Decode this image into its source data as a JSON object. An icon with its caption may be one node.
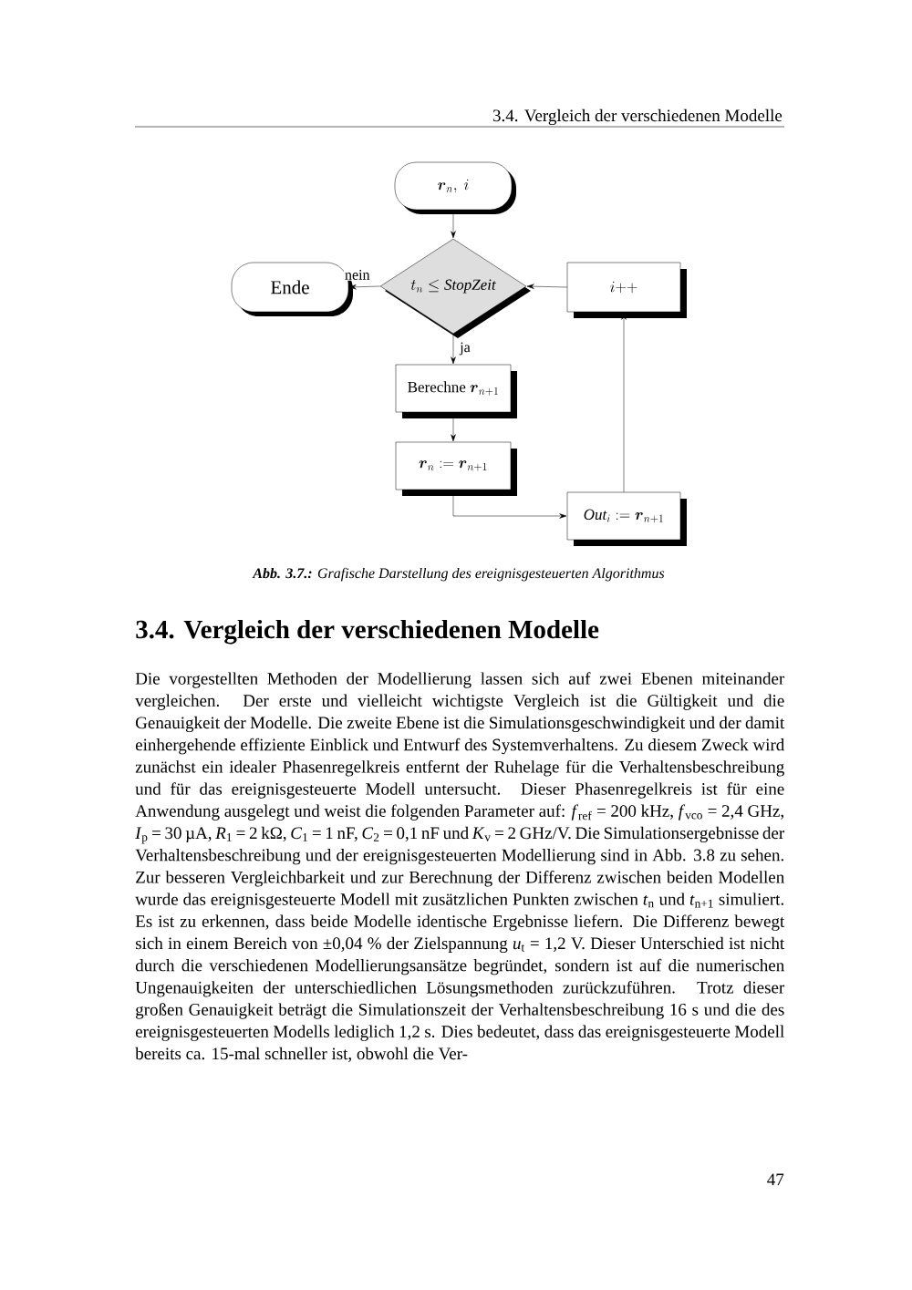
{
  "diagram": {
    "caption": "**Abb. 3.7.:** Grafische Darstellung des ereignisgesteuerten Algorithmus",
    "nodes": [
      {
        "text": [
          "\\boldsymbol{r}_n,\\ i"
        ]
      },
      {
        "text": [
          "Ende"
        ]
      },
      {
        "text": [
          "t_n \\leq \\mathit{StopZeit}"
        ]
      },
      {
        "text": [
          "i{+}{+}"
        ]
      },
      {
        "text": [
          "\\text{Berechne }\\boldsymbol{r}_{n+1}"
        ]
      },
      {
        "text": [
          "\\boldsymbol{r}_n := \\boldsymbol{r}_{n+1}"
        ]
      },
      {
        "text": [
          "\\mathit{Out}_i := \\boldsymbol{r}_{n+1}"
        ]
      }
    ],
    "edges": [
      {
        "from": 0,
        "to": 2,
        "arrow": "to"
      },
      {
        "from": 2,
        "to": 1,
        "arrow": "to",
        "label": "nein"
      },
      {
        "from": 2,
        "to": 4,
        "arrow": "to",
        "label": "ja"
      },
      {
        "from": 4,
        "to": 5,
        "arrow": "to"
      },
      {
        "from": 5,
        "to": 6,
        "arrow": "to"
      },
      {
        "from": 6,
        "to": 3,
        "arrow": "to"
      },
      {
        "from": 3,
        "to": 2,
        "arrow": "to"
      }
    ],
    "labels": [
      "3.4. Vergleich der verschiedenen Modelle",
      "3.4. Vergleich der verschiedenen Modelle",
      "Die vorgestellten Methoden der Modellierung lassen sich auf zwei Ebenen miteinander vergleichen. Der erste und vielleicht wichtigste Vergleich ist die Gültigkeit und die Genauigkeit der Modelle. Die zweite Ebene ist die Simulationsgeschwindigkeit und der damit einhergehende effiziente Einblick und Entwurf des Systemverhaltens. Zu diesem Zweck wird zunächst ein idealer Phasenregelkreis entfernt der Ruhelage für die Verhaltensbeschreibung und für das ereignisgesteuerte Modell untersucht. Dieser Phasenregelkreis ist für eine Anwendung ausgelegt und weist die folgenden Parameter auf: *f*$_{ref}$ = 200 kHz, *f*$_{vco}$ = 2,4 GHz, *I*$_{p}$ = 30 µA, *R*$_{1}$ = 2 kΩ, *C*$_{1}$ = 1 nF, *C*$_{2}$ = 0,1 nF und *K*$_{v}$ = 2 GHz/V. Die Simulationsergebnisse der Verhaltensbeschreibung und der ereignisgesteuerten Modellierung sind in Abb. 3.8 zu sehen. Zur besseren Vergleichbarkeit und zur Berechnung der Differenz zwischen beiden Modellen wurde das ereignisgesteuerte Modell mit zusätzlichen Punkten zwischen *t*$_{n}$ und *t*$_{n+1}$ simuliert. Es ist zu erkennen, dass beide Modelle identische Ergebnisse liefern. Die Differenz bewegt sich in einem Bereich von ±0,04 % der Zielspannung *u*$_{t}$ = 1,2 V. Dieser Unterschied ist nicht durch die verschiedenen Modellierungsansätze begründet, sondern ist auf die numerischen Ungenauigkeiten der unterschiedlichen Lösungsmethoden zurückzuführen. Trotz dieser großen Genauigkeit beträgt die Simulationszeit der Verhaltensbeschreibung 16 s und die des ereignisgesteuerten Modells lediglich 1,2 s. Dies bedeutet, dass das ereignisgesteuerte Modell bereits ca. 15-mal schneller ist, obwohl die Ver-",
      "47"
    ]
  }
}
